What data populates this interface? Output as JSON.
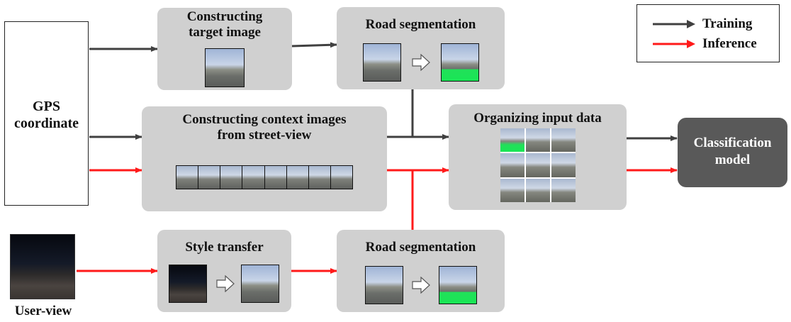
{
  "gps": {
    "label": "GPS coordinate"
  },
  "user_view": {
    "label": "User-view"
  },
  "boxes": {
    "target_image": {
      "title": "Constructing target image"
    },
    "road_seg_top": {
      "title": "Road segmentation"
    },
    "context_images": {
      "title": "Constructing context images from street-view"
    },
    "organizing": {
      "title": "Organizing input data"
    },
    "style_transfer": {
      "title": "Style transfer"
    },
    "road_seg_bottom": {
      "title": "Road segmentation"
    }
  },
  "classification": {
    "label": "Classification model"
  },
  "legend": {
    "training": "Training",
    "inference": "Inference"
  },
  "colors": {
    "training": "#404040",
    "inference": "#ff1a1a",
    "box": "#d0d0d0",
    "model": "#595959"
  }
}
